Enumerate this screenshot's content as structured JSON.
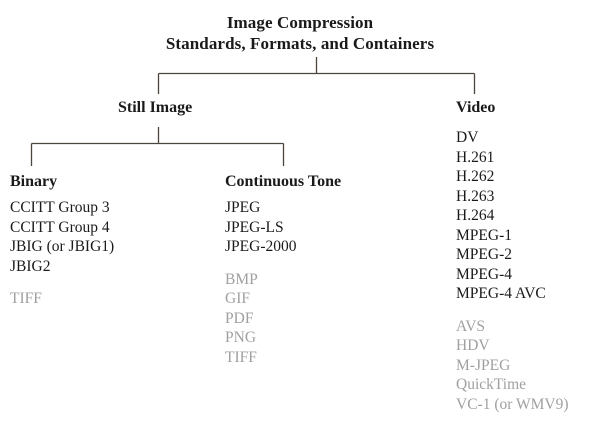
{
  "title": {
    "line1": "Image Compression",
    "line2": "Standards, Formats, and Containers"
  },
  "colors": {
    "background": "#ffffff",
    "text": "#1a1a1a",
    "muted_text": "#a0a0a0",
    "connector_line": "#4a453f"
  },
  "branches": {
    "still_image": {
      "label": "Still Image"
    },
    "video": {
      "label": "Video"
    }
  },
  "categories": {
    "binary": {
      "label": "Binary",
      "items": [
        {
          "text": "CCITT Group 3",
          "muted": false,
          "gap": false
        },
        {
          "text": "CCITT Group 4",
          "muted": false,
          "gap": false
        },
        {
          "text": "JBIG (or JBIG1)",
          "muted": false,
          "gap": false
        },
        {
          "text": "JBIG2",
          "muted": false,
          "gap": false
        },
        {
          "text": "TIFF",
          "muted": true,
          "gap": true
        }
      ]
    },
    "continuous_tone": {
      "label": "Continuous Tone",
      "items": [
        {
          "text": "JPEG",
          "muted": false,
          "gap": false
        },
        {
          "text": "JPEG-LS",
          "muted": false,
          "gap": false
        },
        {
          "text": "JPEG-2000",
          "muted": false,
          "gap": false
        },
        {
          "text": "BMP",
          "muted": true,
          "gap": true
        },
        {
          "text": "GIF",
          "muted": true,
          "gap": false
        },
        {
          "text": "PDF",
          "muted": true,
          "gap": false
        },
        {
          "text": "PNG",
          "muted": true,
          "gap": false
        },
        {
          "text": "TIFF",
          "muted": true,
          "gap": false
        }
      ]
    },
    "video": {
      "label": "Video",
      "items": [
        {
          "text": "DV",
          "muted": false,
          "gap": false
        },
        {
          "text": "H.261",
          "muted": false,
          "gap": false
        },
        {
          "text": "H.262",
          "muted": false,
          "gap": false
        },
        {
          "text": "H.263",
          "muted": false,
          "gap": false
        },
        {
          "text": "H.264",
          "muted": false,
          "gap": false
        },
        {
          "text": "MPEG-1",
          "muted": false,
          "gap": false
        },
        {
          "text": "MPEG-2",
          "muted": false,
          "gap": false
        },
        {
          "text": "MPEG-4",
          "muted": false,
          "gap": false
        },
        {
          "text": "MPEG-4 AVC",
          "muted": false,
          "gap": false
        },
        {
          "text": "AVS",
          "muted": true,
          "gap": true
        },
        {
          "text": "HDV",
          "muted": true,
          "gap": false
        },
        {
          "text": "M-JPEG",
          "muted": true,
          "gap": false
        },
        {
          "text": "QuickTime",
          "muted": true,
          "gap": false
        },
        {
          "text": "VC-1 (or WMV9)",
          "muted": true,
          "gap": false
        }
      ]
    }
  }
}
